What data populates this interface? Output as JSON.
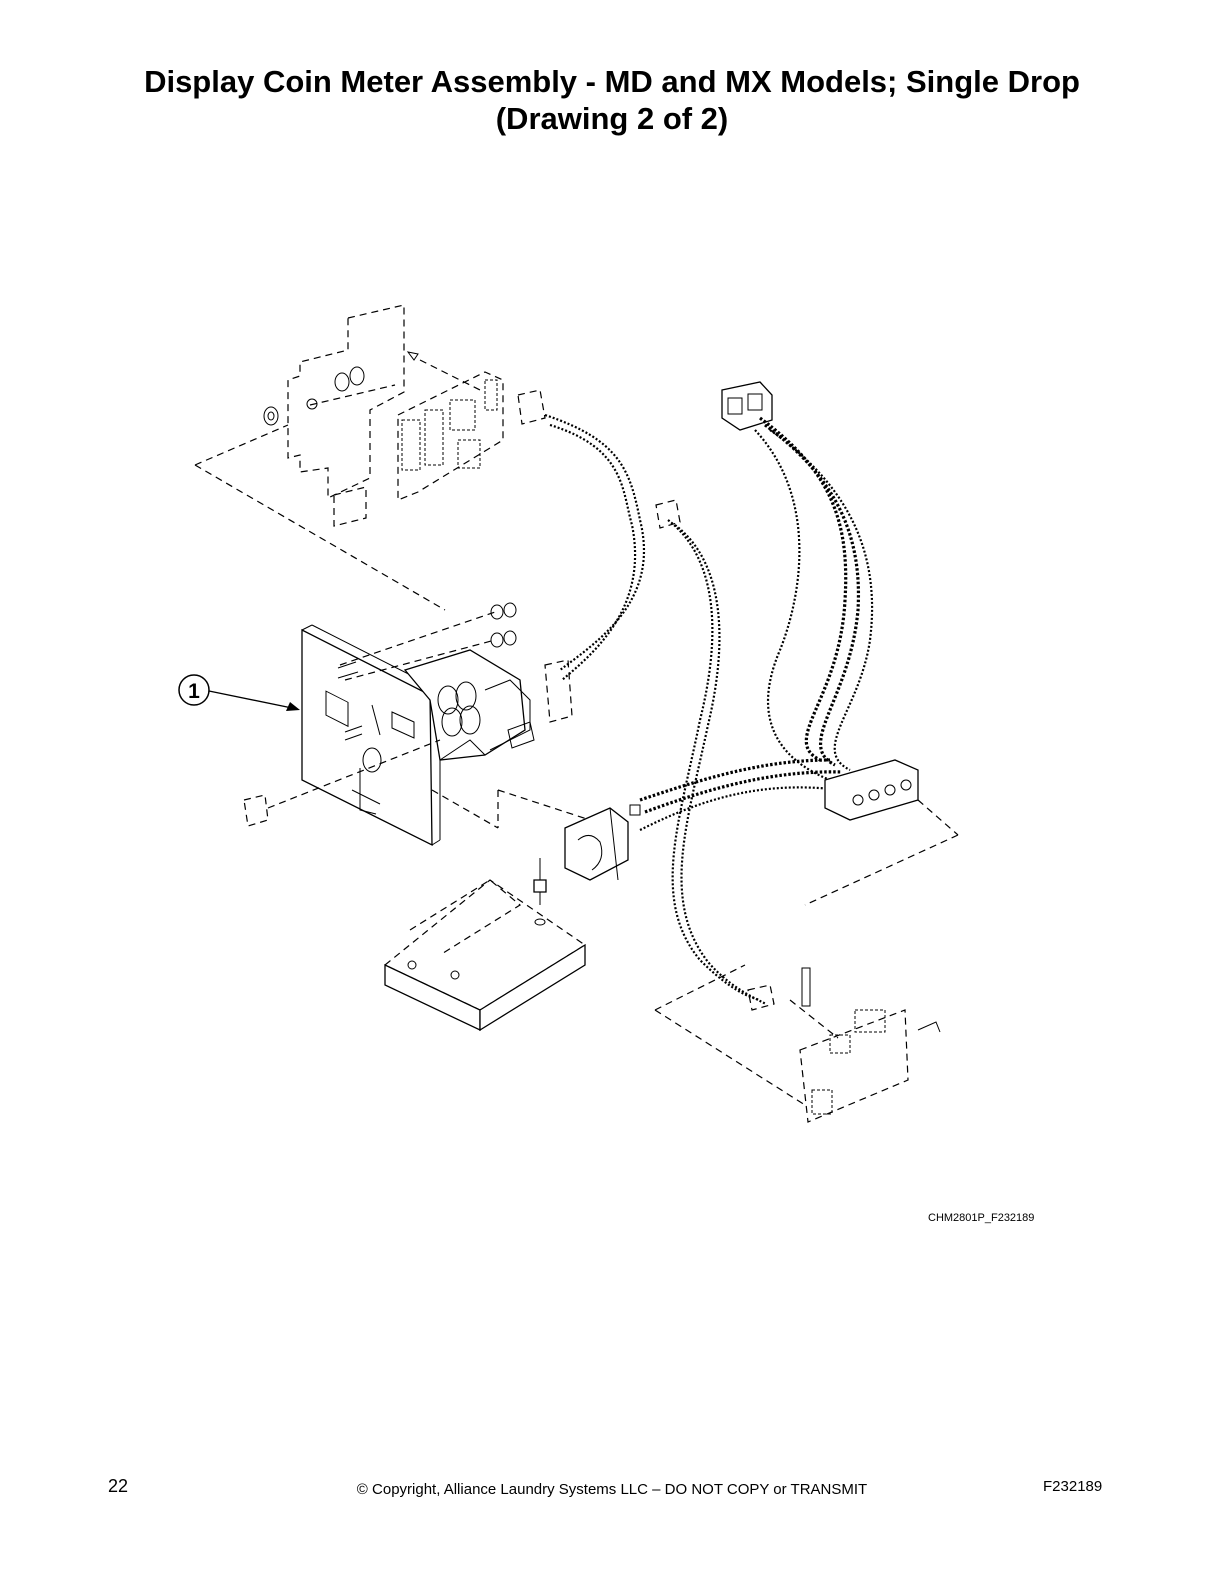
{
  "page": {
    "title_line1": "Display Coin Meter Assembly - MD and MX Models; Single Drop",
    "title_line2": "(Drawing 2 of 2)"
  },
  "diagram": {
    "callouts": [
      {
        "number": "1"
      }
    ],
    "drawing_id": "CHM2801P_F232189"
  },
  "footer": {
    "page_number": "22",
    "copyright": "© Copyright, Alliance Laundry Systems LLC – DO NOT COPY or TRANSMIT",
    "document_code": "F232189"
  }
}
